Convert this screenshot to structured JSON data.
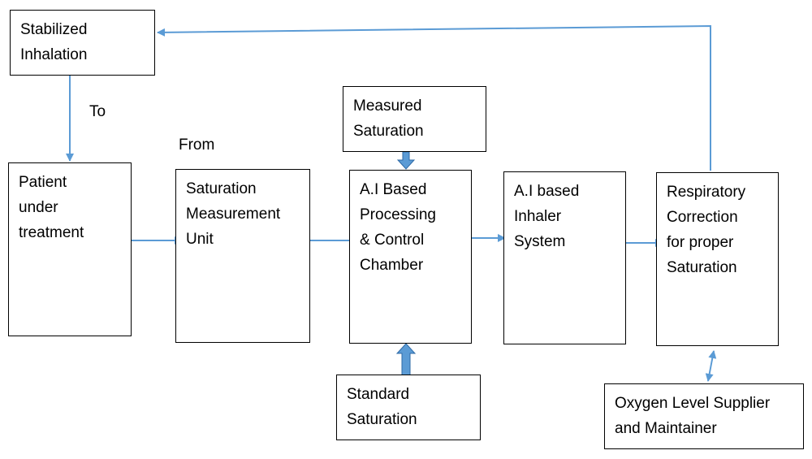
{
  "accent_color": "#5b9bd5",
  "nodes": {
    "stabilized": {
      "lines": [
        "Stabilized",
        "Inhalation"
      ]
    },
    "patient": {
      "lines": [
        "Patient",
        "under",
        "treatment"
      ]
    },
    "saturation_unit": {
      "lines": [
        "Saturation",
        "Measurement",
        "Unit"
      ]
    },
    "measured": {
      "lines": [
        "Measured",
        "Saturation"
      ]
    },
    "ai_processing": {
      "lines": [
        "A.I Based",
        "Processing",
        "& Control",
        "Chamber"
      ]
    },
    "standard": {
      "lines": [
        "Standard",
        "Saturation"
      ]
    },
    "ai_inhaler": {
      "lines": [
        "A.I based",
        "Inhaler",
        "System"
      ]
    },
    "respiratory": {
      "lines": [
        "Respiratory",
        "Correction",
        "for proper",
        "Saturation"
      ]
    },
    "oxygen": {
      "lines": [
        "Oxygen Level Supplier",
        "and Maintainer"
      ]
    }
  },
  "labels": {
    "to": "To",
    "from": "From"
  }
}
